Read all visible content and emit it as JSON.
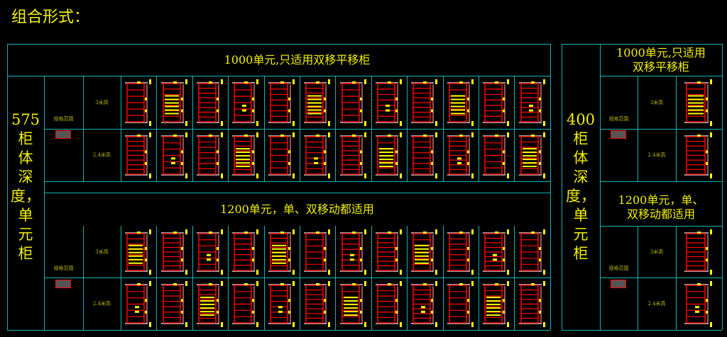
{
  "title": "组合形式：",
  "left_section": {
    "side_label": [
      "575",
      "柜",
      "体",
      "深",
      "度，",
      "单",
      "元",
      "柜"
    ],
    "group1_header": "1000单元,只适用双移平移柜",
    "group2_header": "1200单元，单、双移动都适用",
    "spec_label": "规格范围",
    "row_labels": [
      "3米高",
      "2.4米高"
    ],
    "columns": 12
  },
  "right_section": {
    "side_label": [
      "400",
      "柜",
      "体",
      "深",
      "度，",
      "单",
      "元",
      "柜"
    ],
    "group1_header": [
      "1000单元,只适用",
      "双移平移柜"
    ],
    "group2_header": [
      "1200单元，单、",
      "双移动都适用"
    ],
    "spec_label": "规格范围",
    "row_labels": [
      "3米高",
      "2.4米高"
    ],
    "columns": 1
  },
  "colors": {
    "grid": "#0fb5b5",
    "cabinet": "#ff0000",
    "accent": "#ffff00",
    "frame": "#a0a0a0"
  }
}
